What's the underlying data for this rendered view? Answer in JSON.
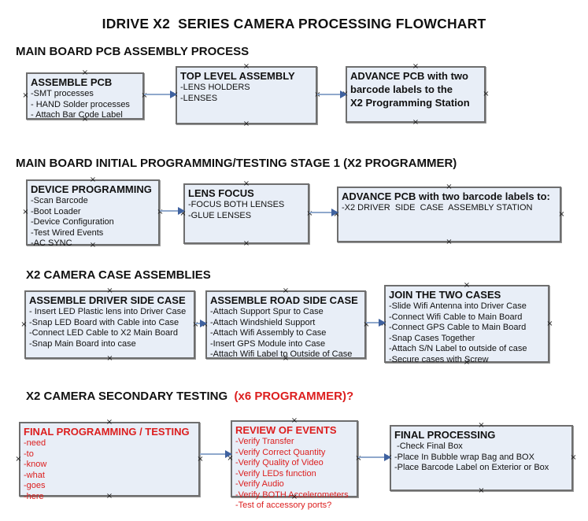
{
  "title": "IDRIVE X2  SERIES CAMERA PROCESSING FLOWCHART",
  "icons": {
    "connection_handle": "×"
  },
  "colors": {
    "box_fill": "#e8eef7",
    "box_border": "#6e6e6e",
    "arrow_line": "#8fa8cc",
    "arrow_head": "#3f62a0",
    "accent_red": "#dc1e1e",
    "text": "#111111"
  },
  "sections": [
    {
      "header": "MAIN BOARD PCB ASSEMBLY PROCESS",
      "boxes": [
        {
          "heading": "ASSEMBLE PCB",
          "items": [
            "-SMT processes",
            "- HAND Solder processes",
            "- Attach Bar Code Label"
          ]
        },
        {
          "heading": "TOP LEVEL ASSEMBLY",
          "items": [
            "-LENS HOLDERS",
            "-LENSES"
          ]
        },
        {
          "heading": "ADVANCE PCB with two\nbarcode labels to the\n X2 Programming Station",
          "items": []
        }
      ]
    },
    {
      "header": "MAIN BOARD INITIAL PROGRAMMING/TESTING STAGE 1 (X2 PROGRAMMER)",
      "boxes": [
        {
          "heading": "DEVICE PROGRAMMING",
          "items": [
            "-Scan Barcode",
            "-Boot Loader",
            "-Device Configuration",
            "-Test Wired Events",
            "-AC SYNC"
          ]
        },
        {
          "heading": "LENS FOCUS",
          "items": [
            "-FOCUS BOTH LENSES",
            "-GLUE LENSES"
          ]
        },
        {
          "heading": "ADVANCE PCB with two barcode labels to:",
          "items": [
            "-X2 DRIVER  SIDE  CASE  ASSEMBLY STATION"
          ]
        }
      ]
    },
    {
      "header": "X2 CAMERA CASE ASSEMBLIES",
      "boxes": [
        {
          "heading": "ASSEMBLE DRIVER SIDE CASE",
          "items": [
            "- Insert LED Plastic lens into Driver Case",
            "-Snap LED Board with Cable into Case",
            "-Connect LED Cable to X2 Main Board",
            "-Snap Main Board into case"
          ]
        },
        {
          "heading": "ASSEMBLE ROAD SIDE CASE",
          "items": [
            "-Attach Support Spur to Case",
            "-Attach Windshield Support",
            "-Attach Wifi Assembly to Case",
            "-Insert GPS Module into Case",
            "-Attach Wifi Label to Outside of Case"
          ]
        },
        {
          "heading": "JOIN THE TWO CASES",
          "items": [
            "-Slide Wifi Antenna into Driver Case",
            "-Connect Wifi Cable to Main Board",
            "-Connect GPS Cable to Main Board",
            "-Snap Cases Together",
            "-Attach S/N Label to outside of case",
            "-Secure cases with Screw"
          ]
        }
      ]
    },
    {
      "header": "X2 CAMERA SECONDARY TESTING",
      "header_accent": "  (x6 PROGRAMMER)?",
      "boxes": [
        {
          "heading": "FINAL PROGRAMMING / TESTING",
          "items": [
            "-need",
            "-to",
            "-know",
            "-what",
            "-goes",
            "-here"
          ]
        },
        {
          "heading": "REVIEW OF EVENTS",
          "items": [
            "-Verify Transfer",
            "-Verify Correct Quantity",
            "-Verify Quality of Video",
            "-Verify LEDs function",
            "-Verify Audio",
            "-Verify BOTH Accelerometers",
            "-Test of accessory ports?"
          ]
        },
        {
          "heading": "FINAL PROCESSING",
          "items": [
            " -Check Final Box",
            "-Place In Bubble wrap Bag and BOX",
            "-Place Barcode Label on Exterior or Box"
          ]
        }
      ]
    }
  ]
}
